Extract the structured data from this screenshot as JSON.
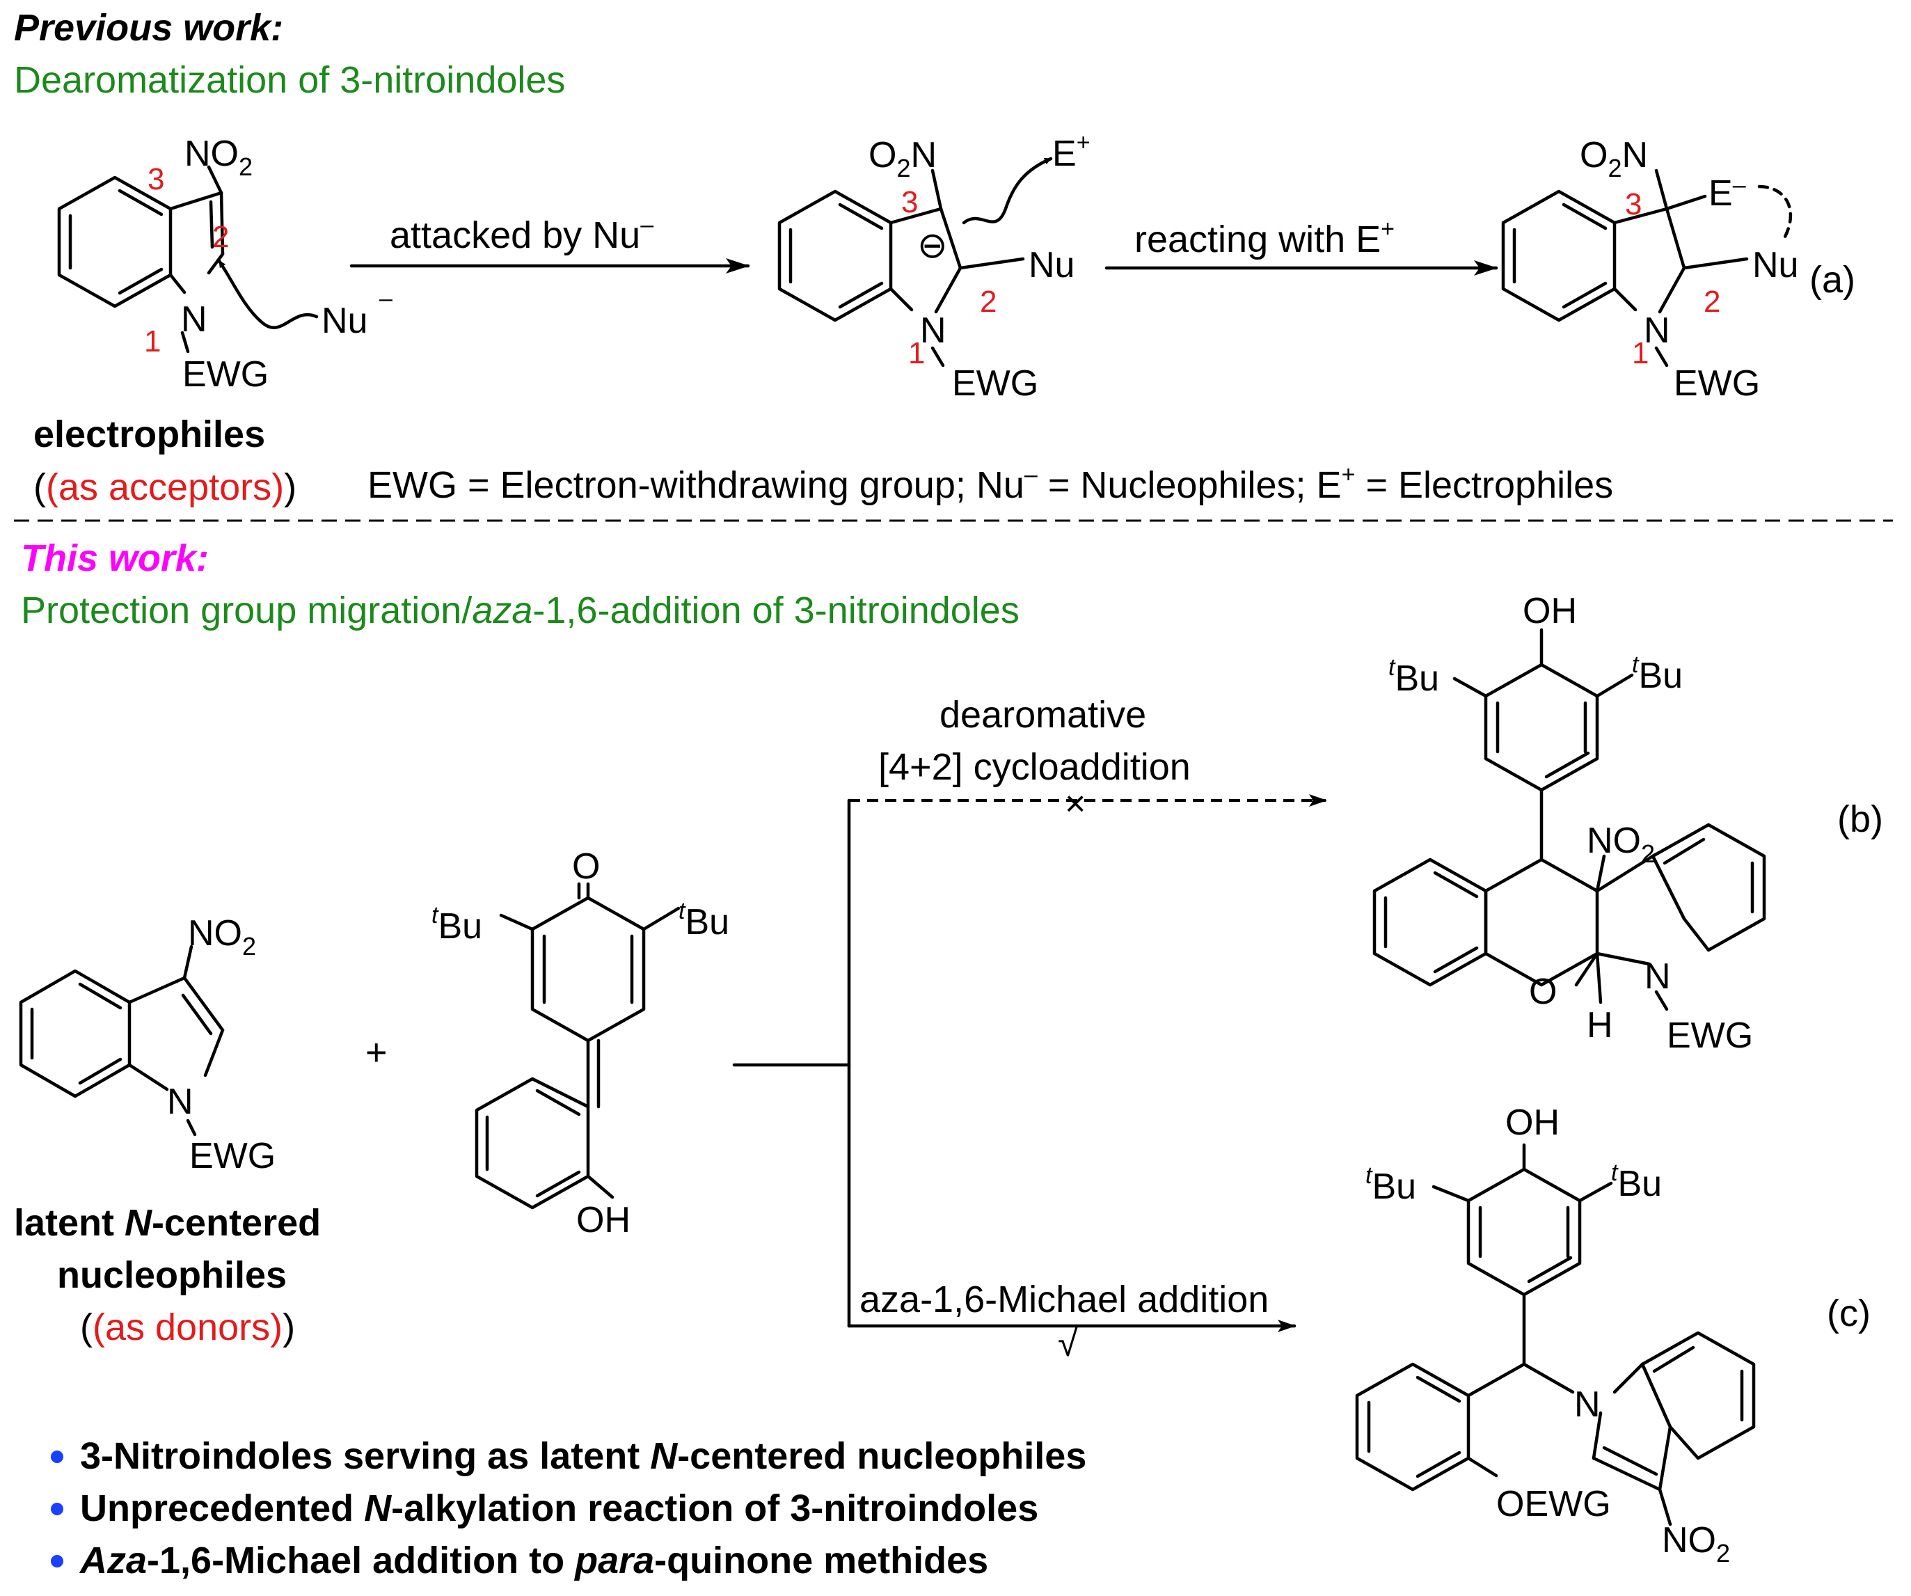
{
  "colors": {
    "green": "#1b8a1b",
    "red": "#e31b1b",
    "magenta": "#ff00ff",
    "darkred": "#8b1a1a",
    "bullet": "#1a3fff",
    "black": "#000000"
  },
  "previous": {
    "title": "Previous work:",
    "subtitle": "Dearomatization of 3-nitroindoles",
    "role1": "electrophiles",
    "role2": "(as acceptors)",
    "arrow1": "attacked by Nu",
    "arrow2": "reacting with E",
    "legend": "EWG = Electron-withdrawing group; Nu",
    "legend_mid": " = Nucleophiles; E",
    "legend_end": " = Electrophiles",
    "tag": "(a)"
  },
  "current": {
    "title": "This work:",
    "subtitle_a": "Protection group migration/",
    "subtitle_b": "aza",
    "subtitle_c": "-1,6-addition of 3-nitroindoles",
    "role_a": "latent ",
    "role_b": "N",
    "role_c": "-centered",
    "role_d": "nucleophiles",
    "role_e": "(as donors)",
    "plus": "+",
    "upper_label1": "dearomative",
    "upper_label2": "[4+2] cycloaddition",
    "upper_mark": "×",
    "lower_label": "aza-1,6-Michael addition",
    "lower_mark": "√",
    "tag_b": "(b)",
    "tag_c": "(c)"
  },
  "atoms": {
    "no2": "NO",
    "o2n": "O",
    "o2n_n": "N",
    "two": "2",
    "n": "N",
    "ewg": "EWG",
    "nu": "Nu",
    "minus": "–",
    "plus": "+",
    "e": "E",
    "e_dash": "E",
    "oh": "OH",
    "o": "O",
    "h": "H",
    "t": "t",
    "bu": "Bu",
    "oewg": "OEWG",
    "anion": "⊖"
  },
  "numbering": {
    "one": "1",
    "two": "2",
    "three": "3"
  },
  "bullets": [
    {
      "a": "3-Nitroindoles serving as latent ",
      "b": "N",
      "c": "-centered nucleophiles"
    },
    {
      "a": "Unprecedented ",
      "b": "N",
      "c": "-alkylation reaction of 3-nitroindoles"
    },
    {
      "a": "Aza",
      "b": "-1,6-Michael addition to ",
      "c": "para",
      "d": "-quinone methides"
    }
  ]
}
